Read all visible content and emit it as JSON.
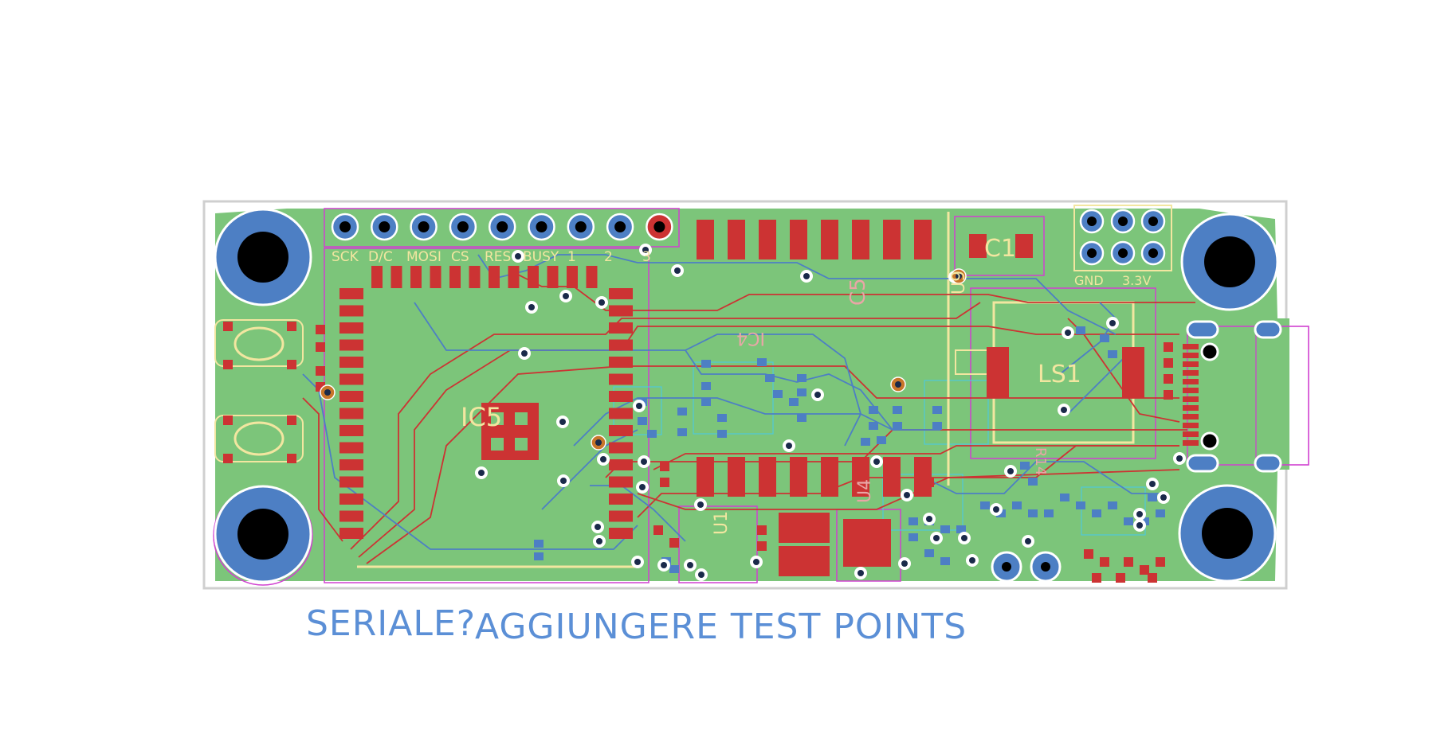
{
  "colors": {
    "background": "#ffffff",
    "edge_cuts": "#cfcfcf",
    "board": "#7cc57a",
    "front_copper": "#cc3333",
    "back_copper": "#4d7fc4",
    "silkscreen": "#f2e6a0",
    "back_silkscreen": "#e9a6a6",
    "courtyard": "#d040d0",
    "fab_outline": "#4fc9d9",
    "via_ring": "#ffffff",
    "drill": "#000000",
    "note_text": "#5b8fd6"
  },
  "header_pin_labels": [
    "SCK",
    "D/C",
    "MOSI",
    "CS",
    "RES",
    "BUSY",
    "1",
    "2",
    "3"
  ],
  "power_header_labels": [
    "GND",
    "3.3V"
  ],
  "references": {
    "ic_main": "IC5",
    "capacitor": "C1",
    "speaker": "LS1",
    "u9": "U9",
    "ic4": "IC4",
    "c5": "C5",
    "u4": "U4",
    "u1": "U1",
    "r14": "R14"
  },
  "notes": {
    "serial": "SERIALE?",
    "test_points": "AGGIUNGERE TEST POINTS"
  },
  "icons": {
    "mounting_holes": "mounting-hole-icon",
    "tactile_buttons": "tactile-switch-icon",
    "usb_connector": "usb-c-connector-icon"
  }
}
